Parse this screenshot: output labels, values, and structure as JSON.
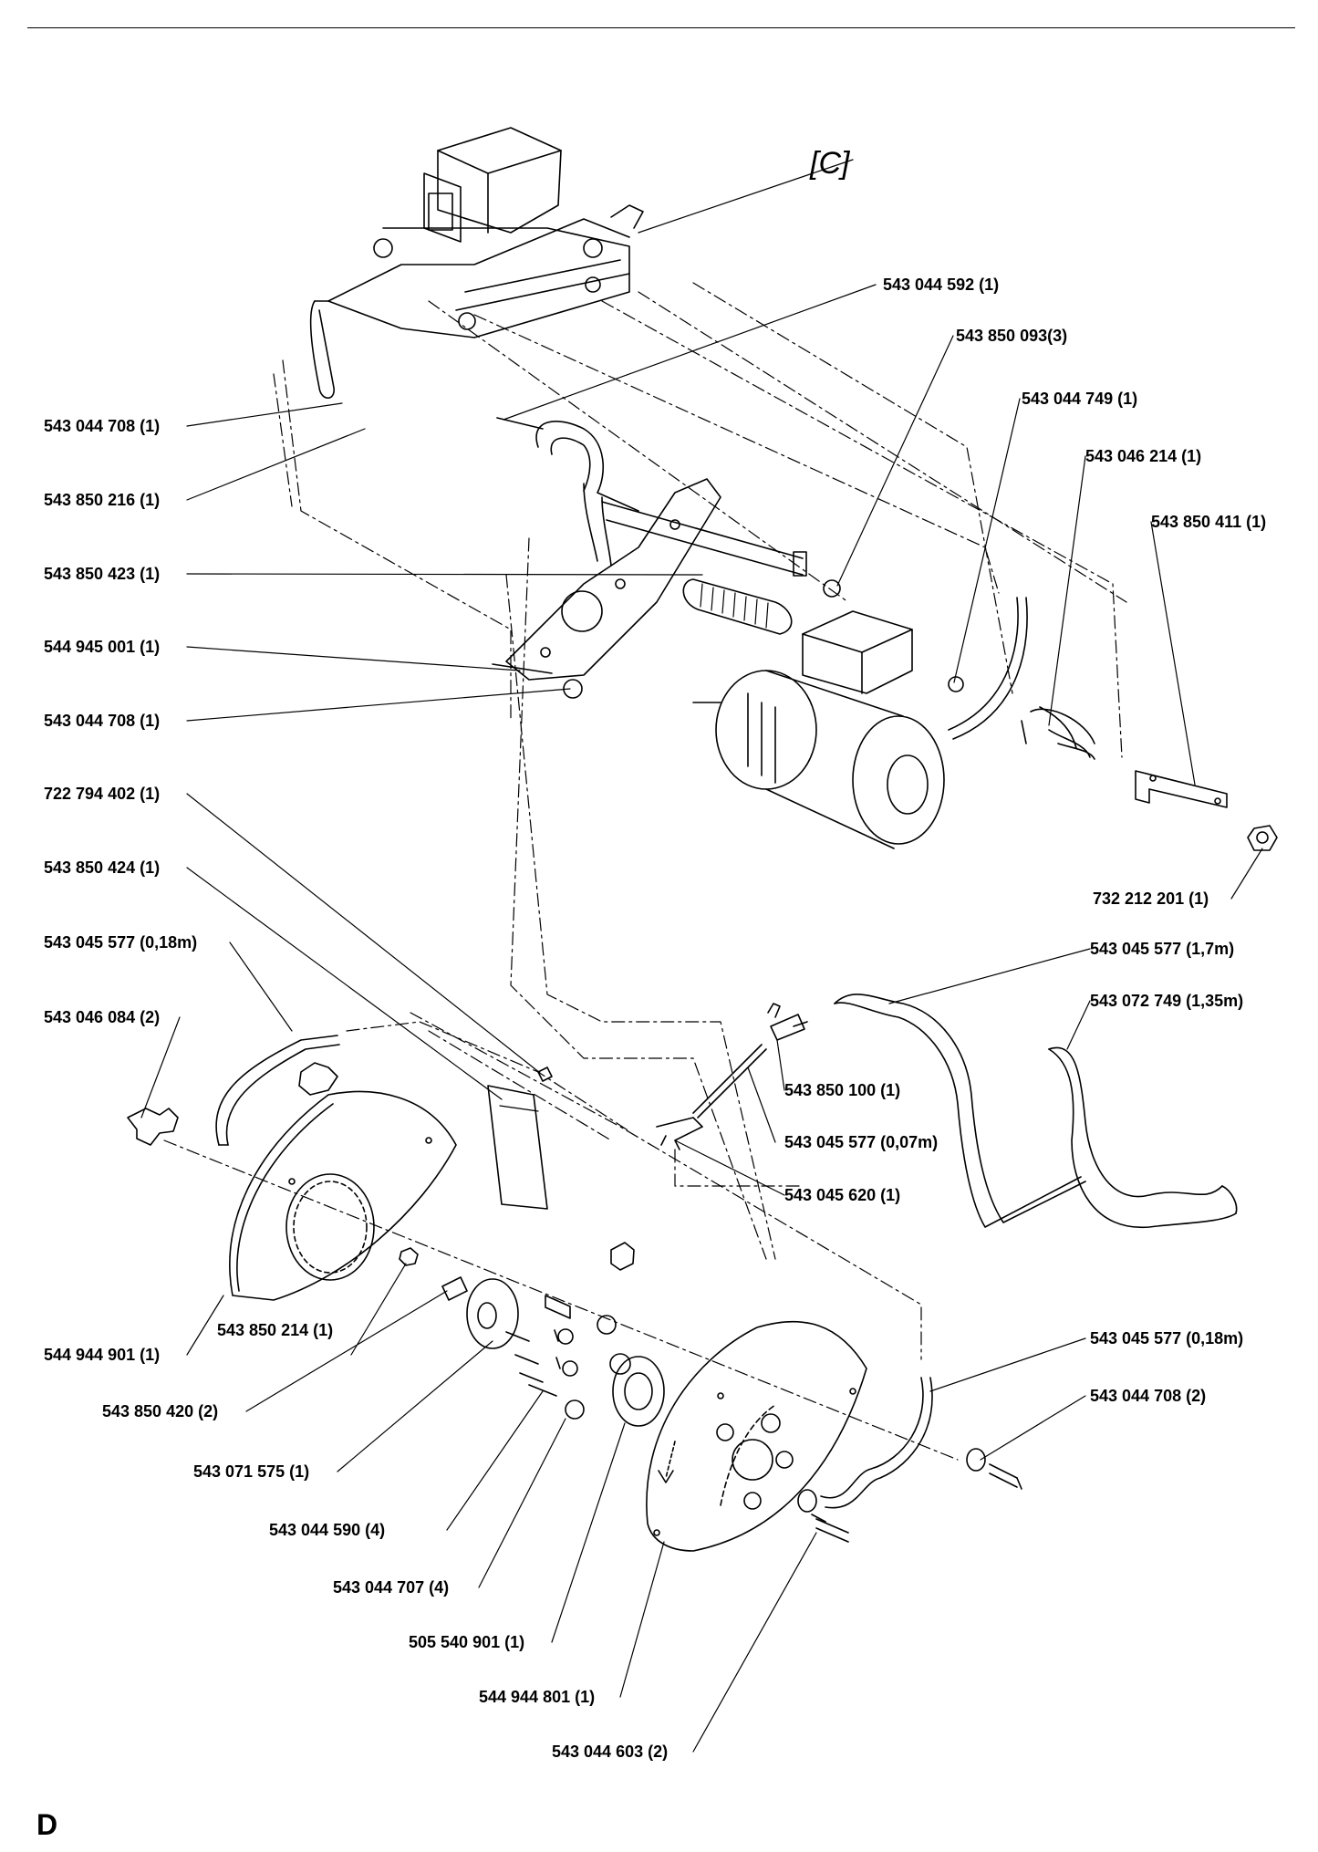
{
  "diagram": {
    "section_letter": "D",
    "reference": "[C]",
    "callouts": [
      {
        "id": "c1",
        "text": "543 044 592 (1)"
      },
      {
        "id": "c2",
        "text": "543 850 093(3)"
      },
      {
        "id": "c3",
        "text": "543 044 749 (1)"
      },
      {
        "id": "c4",
        "text": "543 046 214 (1)"
      },
      {
        "id": "c5",
        "text": "543 850 411 (1)"
      },
      {
        "id": "c6",
        "text": "543 044 708 (1)"
      },
      {
        "id": "c7",
        "text": "543 850 216 (1)"
      },
      {
        "id": "c8",
        "text": "543 850 423 (1)"
      },
      {
        "id": "c9",
        "text": "544 945 001 (1)"
      },
      {
        "id": "c10",
        "text": "543 044 708 (1)"
      },
      {
        "id": "c11",
        "text": "722 794 402 (1)"
      },
      {
        "id": "c12",
        "text": "543 850 424 (1)"
      },
      {
        "id": "c13",
        "text": "543 045 577 (0,18m)"
      },
      {
        "id": "c14",
        "text": "543 046 084 (2)"
      },
      {
        "id": "c15",
        "text": "732 212 201 (1)"
      },
      {
        "id": "c16",
        "text": "543 045 577 (1,7m)"
      },
      {
        "id": "c17",
        "text": "543 072 749 (1,35m)"
      },
      {
        "id": "c18",
        "text": "543 850 100 (1)"
      },
      {
        "id": "c19",
        "text": "543 045 577 (0,07m)"
      },
      {
        "id": "c20",
        "text": "543 045 620 (1)"
      },
      {
        "id": "c21",
        "text": "544 944 901 (1)"
      },
      {
        "id": "c22",
        "text": "543 850 214 (1)"
      },
      {
        "id": "c23",
        "text": "543 045 577 (0,18m)"
      },
      {
        "id": "c24",
        "text": "543 044 708 (2)"
      },
      {
        "id": "c25",
        "text": "543 850 420 (2)"
      },
      {
        "id": "c26",
        "text": "543 071 575 (1)"
      },
      {
        "id": "c27",
        "text": "543 044 590 (4)"
      },
      {
        "id": "c28",
        "text": "543 044 707 (4)"
      },
      {
        "id": "c29",
        "text": "505 540 901 (1)"
      },
      {
        "id": "c30",
        "text": "544 944 801 (1)"
      },
      {
        "id": "c31",
        "text": "543 044 603 (2)"
      }
    ]
  }
}
